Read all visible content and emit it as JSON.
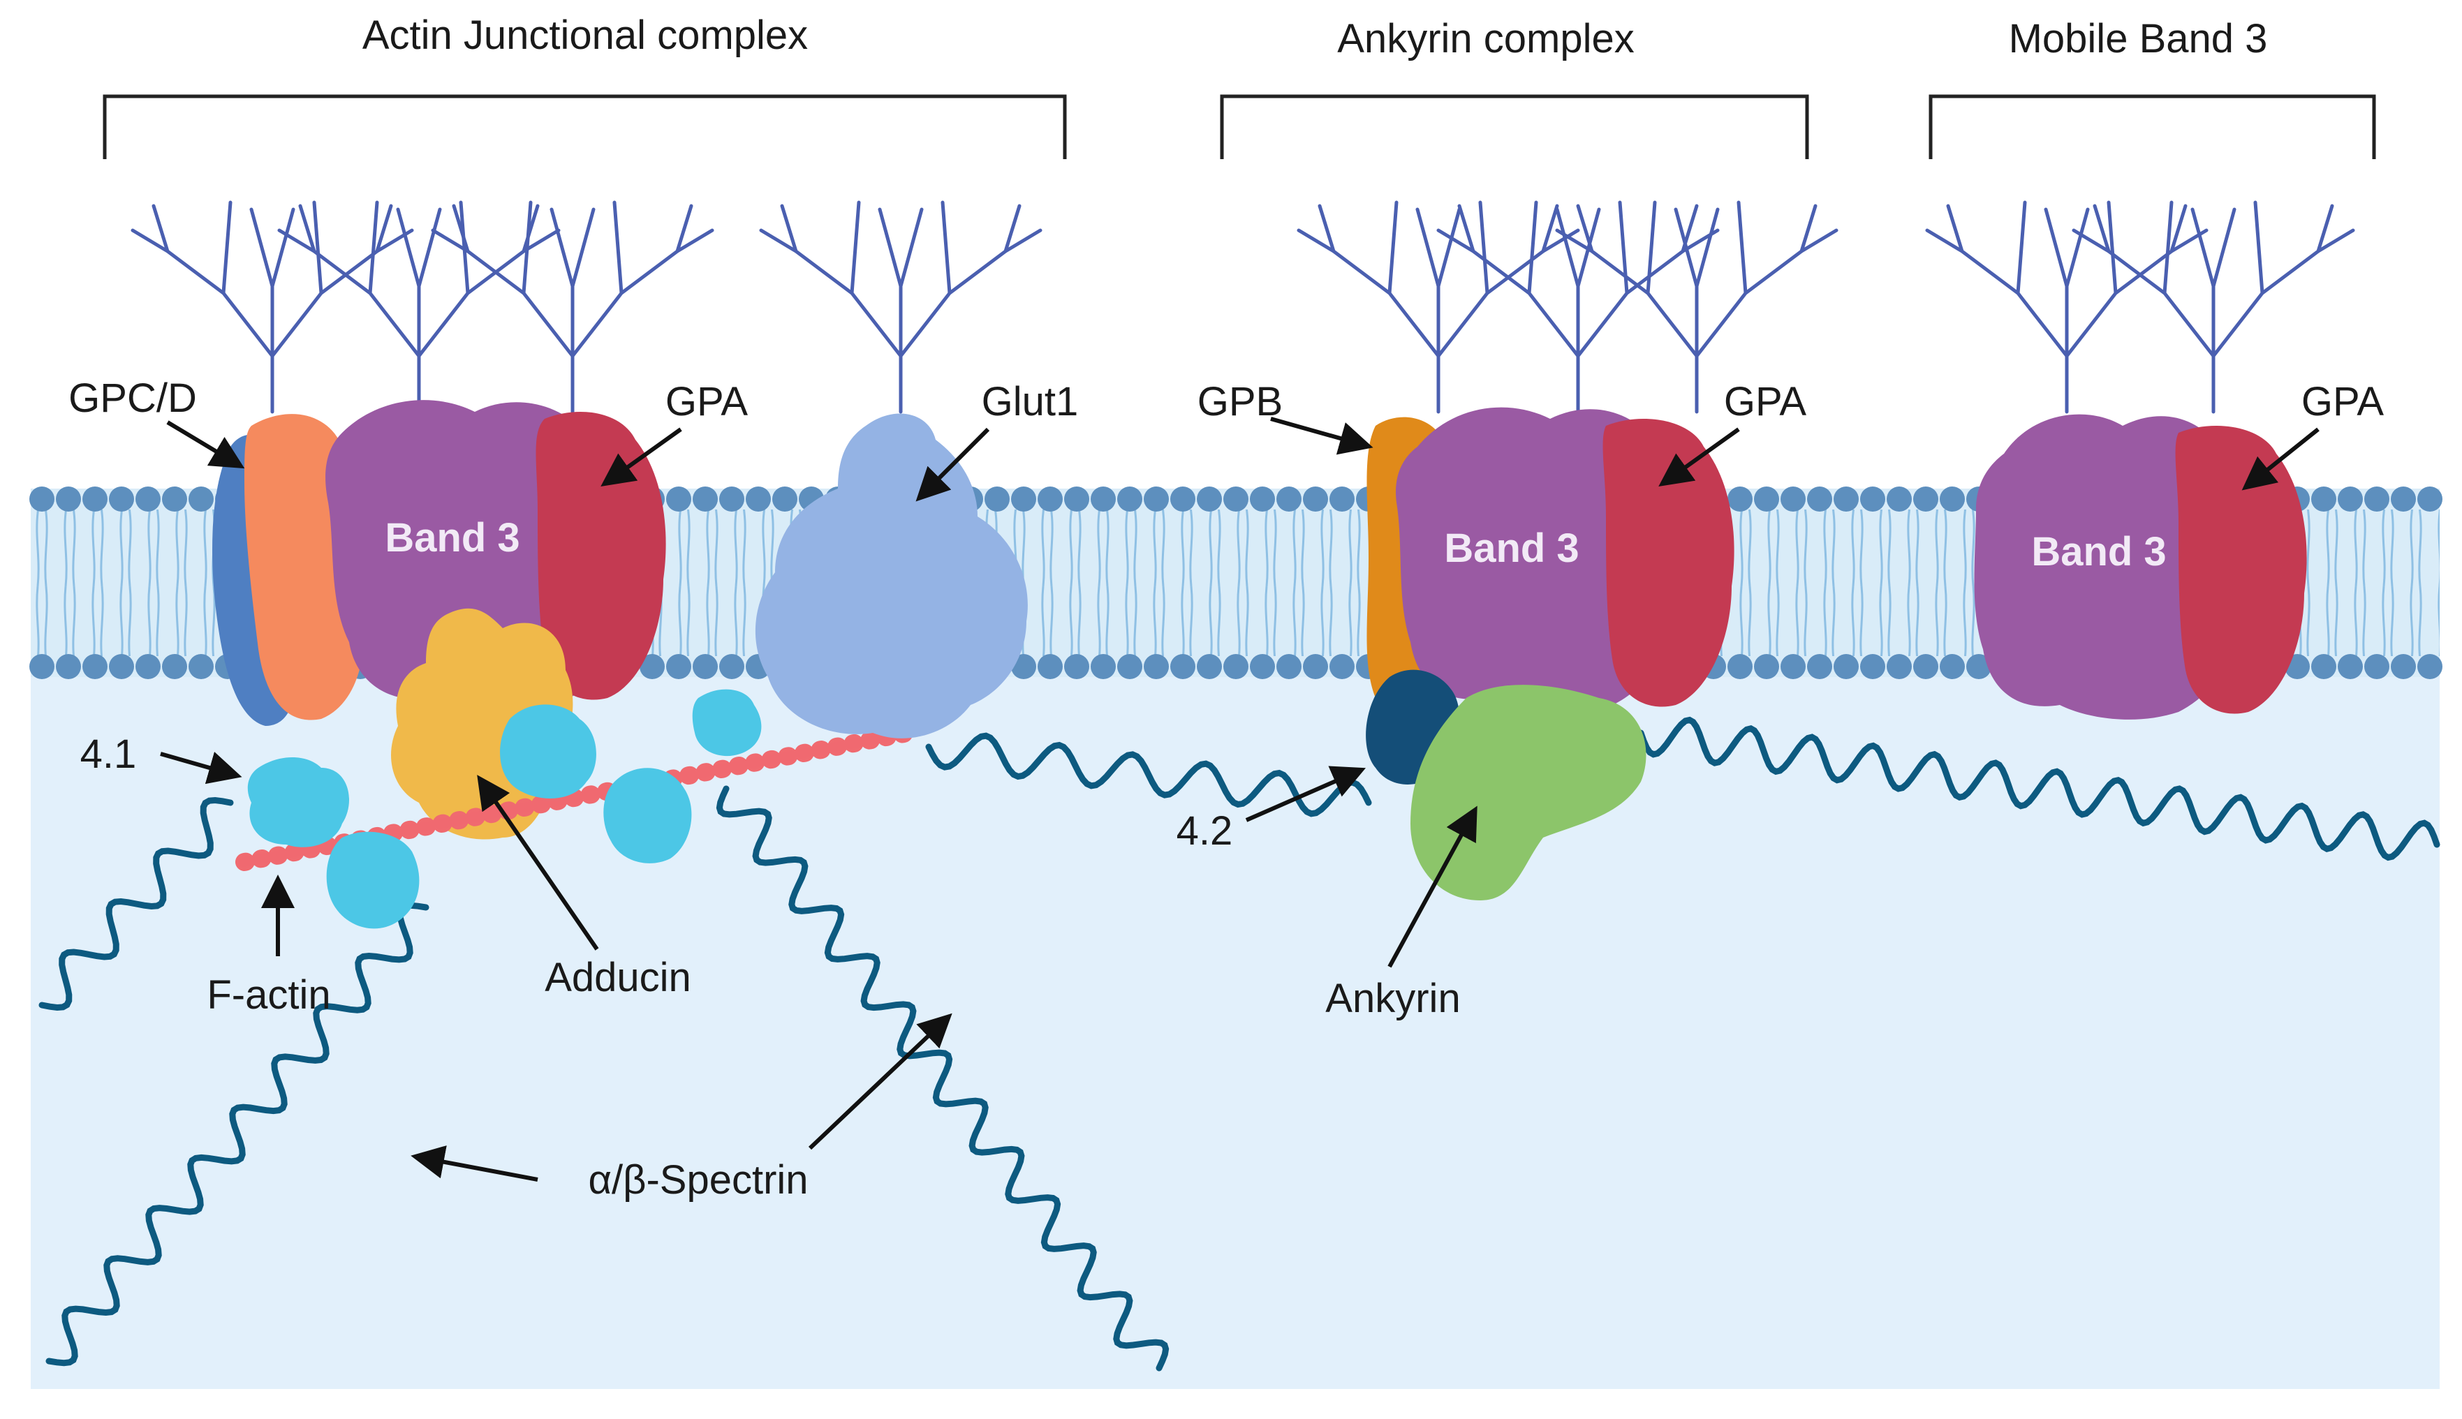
{
  "groups": {
    "actin_junctional": "Actin Junctional complex",
    "ankyrin_complex": "Ankyrin complex",
    "mobile_band3": "Mobile Band 3"
  },
  "labels": {
    "gpc_d": "GPC/D",
    "gpa": "GPA",
    "glut1": "Glut1",
    "gpb": "GPB",
    "band3": "Band 3",
    "protein_4_1": "4.1",
    "protein_4_2": "4.2",
    "f_actin": "F-actin",
    "adducin": "Adducin",
    "ankyrin": "Ankyrin",
    "spectrin": "α/β-Spectrin"
  },
  "colors": {
    "membrane_head": "#5d8fbe",
    "membrane_band": "#d9ecf8",
    "cytoplasm": "#e2f0fb",
    "band3": "#9a5aa3",
    "gpa": "#c43a52",
    "gpc_d": "#4f7fc2",
    "gpc_orange": "#f58a5e",
    "glut1": "#94b3e4",
    "gpb": "#e08a1a",
    "adducin": "#f0b94a",
    "protein_4_1": "#4cc7e6",
    "f_actin": "#f06a70",
    "ankyrin": "#8cc56a",
    "protein_4_2": "#144e78",
    "spectrin": "#0d5a80",
    "glycan": "#4a5fb0"
  }
}
